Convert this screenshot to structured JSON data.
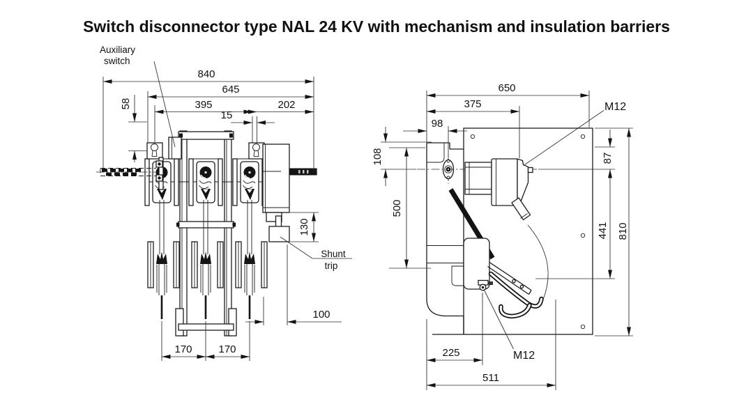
{
  "title": "Switch disconnector type NAL 24 KV with mechanism and insulation barriers",
  "front_view": {
    "callouts": {
      "auxiliary_switch": {
        "line1": "Auxiliary",
        "line2": "switch"
      },
      "shunt_trip": {
        "line1": "Shunt",
        "line2": "trip"
      }
    },
    "dimensions": {
      "overall_width": "840",
      "frame_width": "645",
      "pole_span": "395",
      "bracket_gap": "15",
      "mechanism_depth": "202",
      "top_offset": "58",
      "shunt_trip_height": "130",
      "shunt_trip_offset": "100",
      "pole_pitch_left": "170",
      "pole_pitch_right": "170"
    }
  },
  "side_view": {
    "callouts": {
      "upper_bolt": "M12",
      "lower_bolt": "M12"
    },
    "dimensions": {
      "overall_depth": "650",
      "upper_contact_depth": "375",
      "hinge_depth": "98",
      "hinge_height_offset": "108",
      "mounting_height": "500",
      "upper_offset": "87",
      "lower_span": "441",
      "barrier_height": "810",
      "lower_bolt_depth": "225",
      "overall_swing_depth": "511"
    }
  }
}
